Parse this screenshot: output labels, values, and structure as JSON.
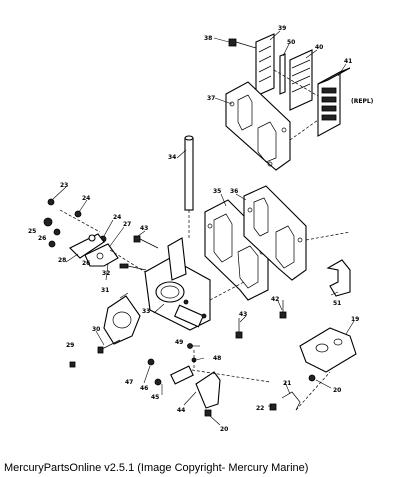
{
  "footer": {
    "text": "MercuryPartsOnline v2.5.1 (Image Copyright- Mercury Marine)"
  },
  "diagram": {
    "callouts": {
      "c19": "19",
      "c20a": "20",
      "c20b": "20",
      "c21": "21",
      "c22": "22",
      "c23": "23",
      "c24a": "24",
      "c24b": "24",
      "c25": "25",
      "c26a": "26",
      "c26b": "26",
      "c27": "27",
      "c28": "28",
      "c29": "29",
      "c30": "30",
      "c31": "31",
      "c32": "32",
      "c33": "33",
      "c34": "34",
      "c35": "35",
      "c36": "36",
      "c37": "37",
      "c38": "38",
      "c39": "39",
      "c40": "40",
      "c41": "41",
      "c42": "42",
      "c43a": "43",
      "c43b": "43",
      "c44": "44",
      "c45": "45",
      "c46": "46",
      "c47": "47",
      "c48": "48",
      "c49": "49",
      "c50": "50",
      "c51": "51",
      "repl": "(REPL)"
    }
  }
}
